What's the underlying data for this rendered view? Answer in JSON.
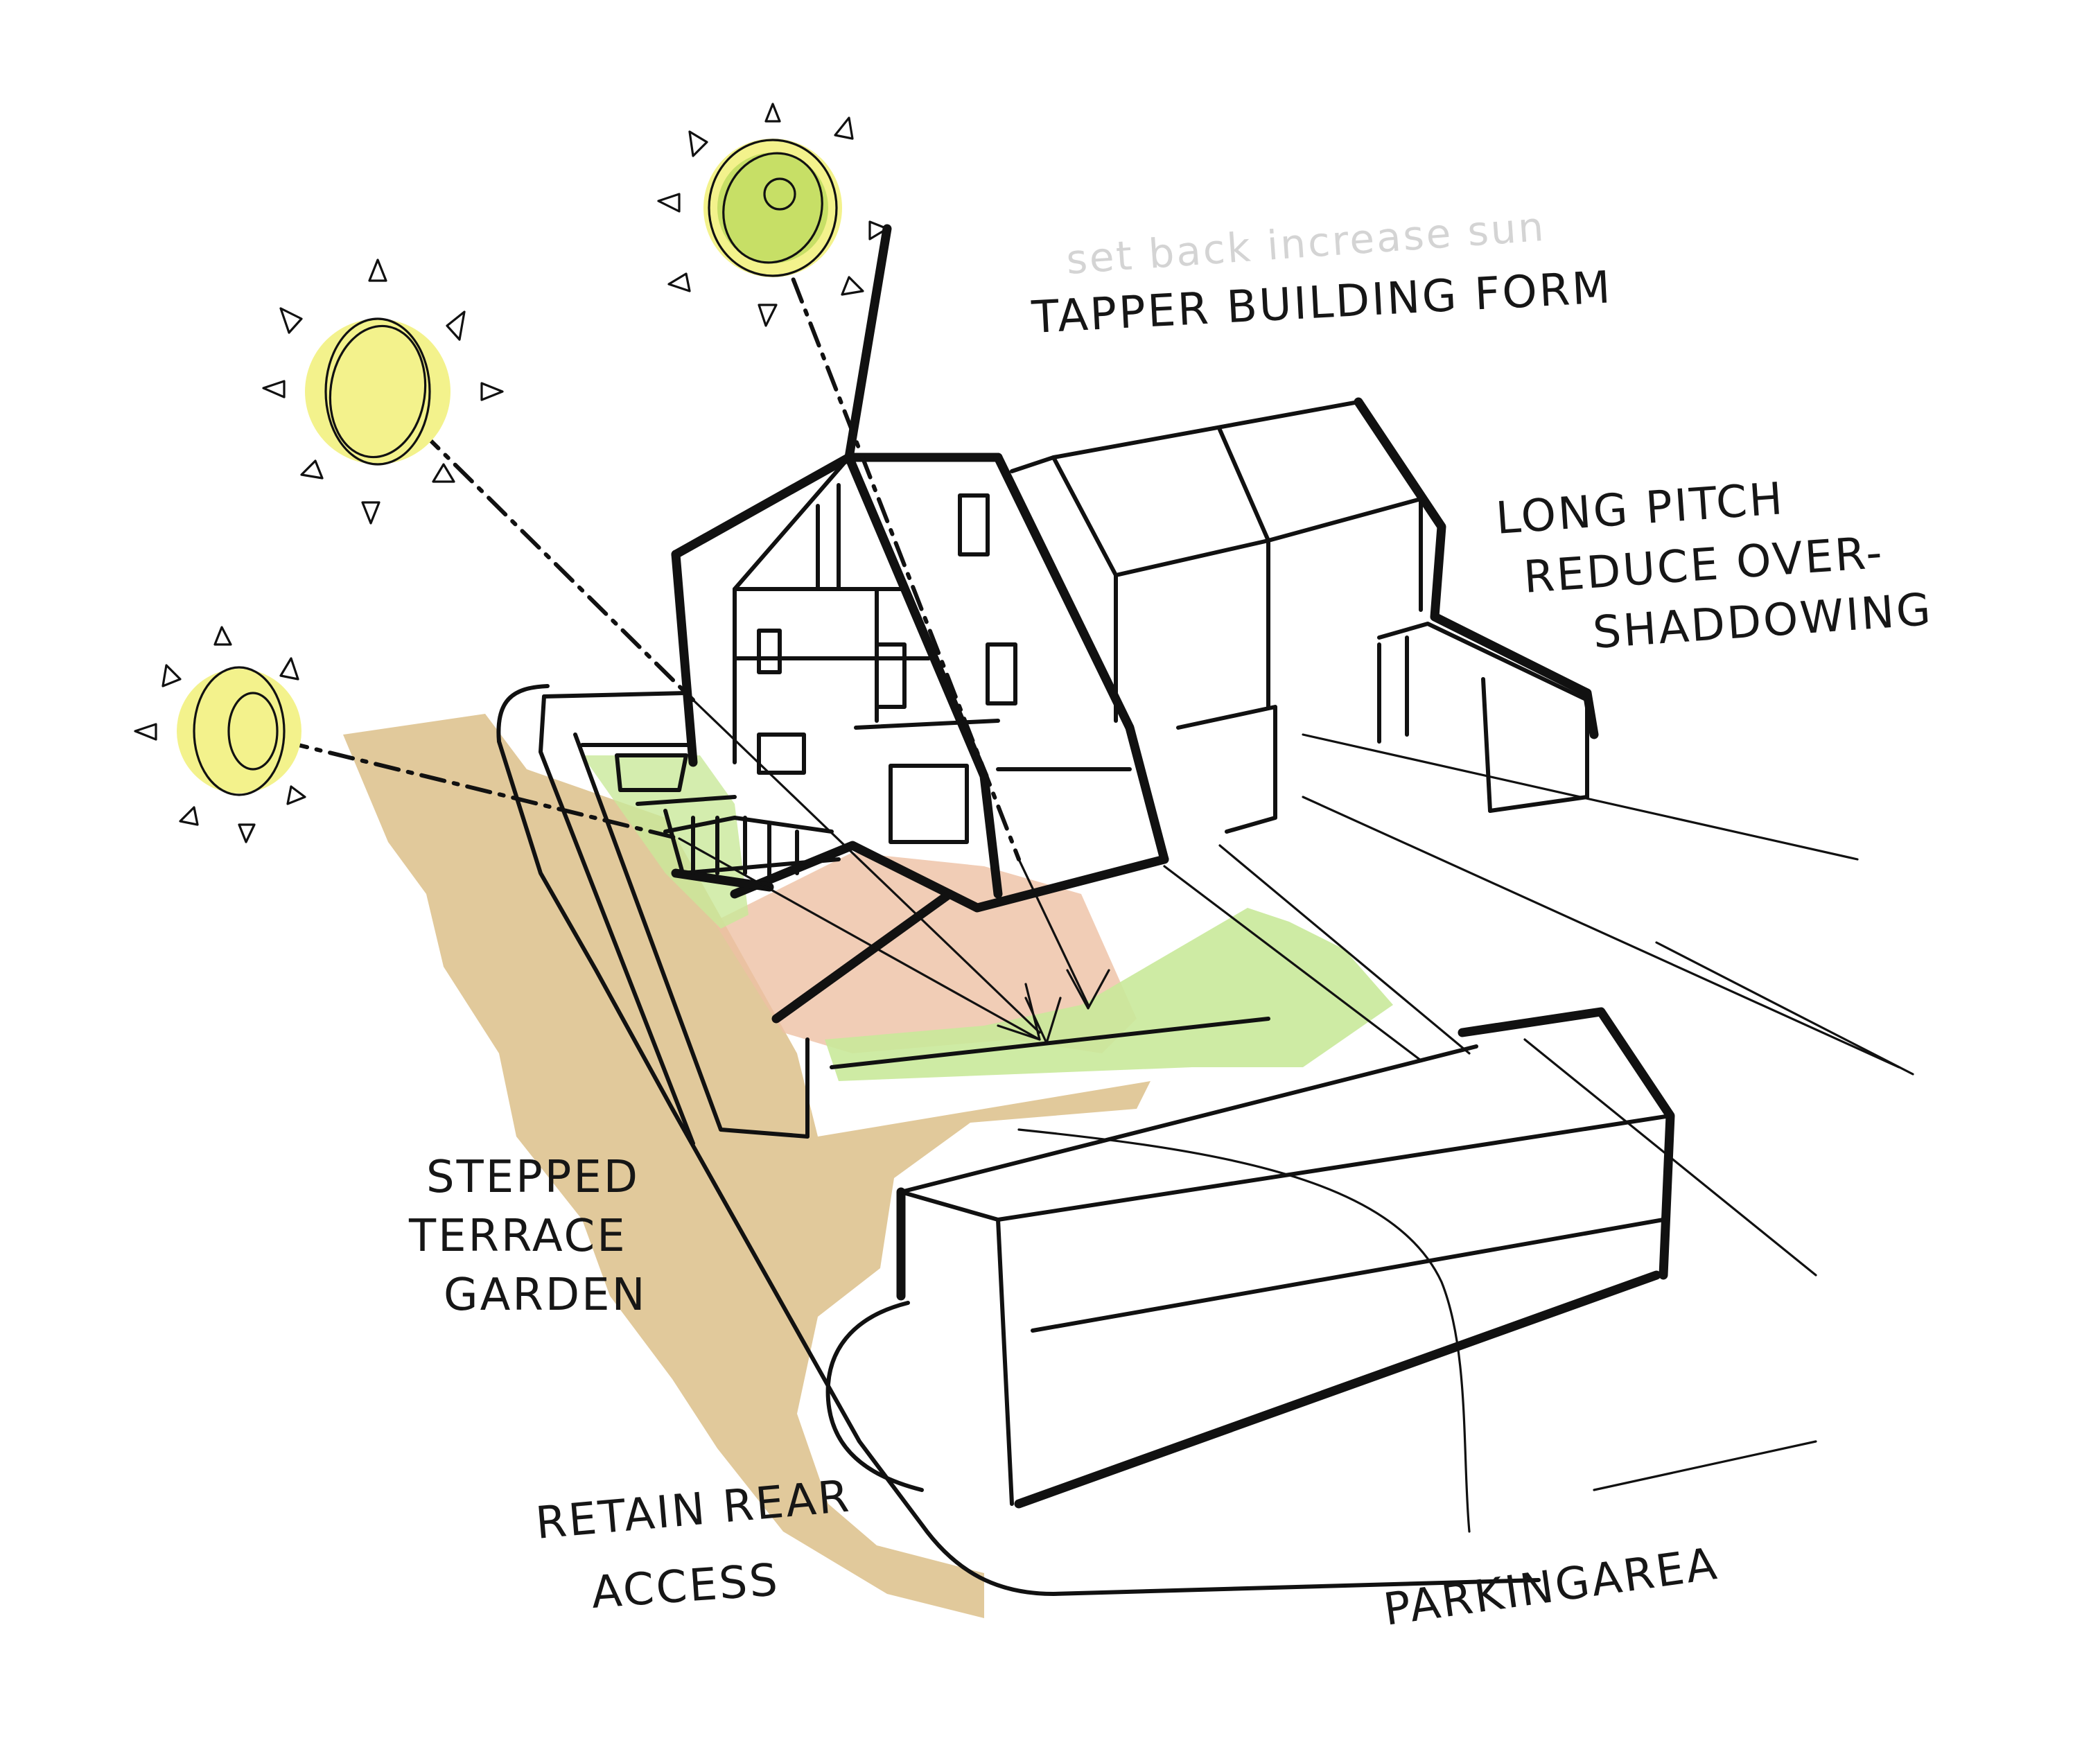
{
  "labels": {
    "tapper": "TAPPER BUILDING FORM",
    "long_pitch_1": "LONG PITCH",
    "long_pitch_2": "REDUCE OVER-",
    "long_pitch_3": "SHADDOWING",
    "stepped_1": "STEPPED",
    "stepped_2": "TERRACE",
    "stepped_3": "GARDEN",
    "retain_1": "RETAIN REAR",
    "retain_2": "ACCESS",
    "parking": "PARKINGAREA"
  },
  "faint_notes": {
    "top": "set back increase sun"
  },
  "colors": {
    "ink": "#111111",
    "sun_yellow": "#f3f28c",
    "sun_green": "#b8d85a",
    "lawn_green": "#c9e99a",
    "terrace_tan": "#dcc08a",
    "path_peach": "#edc0a4"
  },
  "icons": [
    "sun-icon",
    "sun-icon",
    "sun-icon"
  ]
}
